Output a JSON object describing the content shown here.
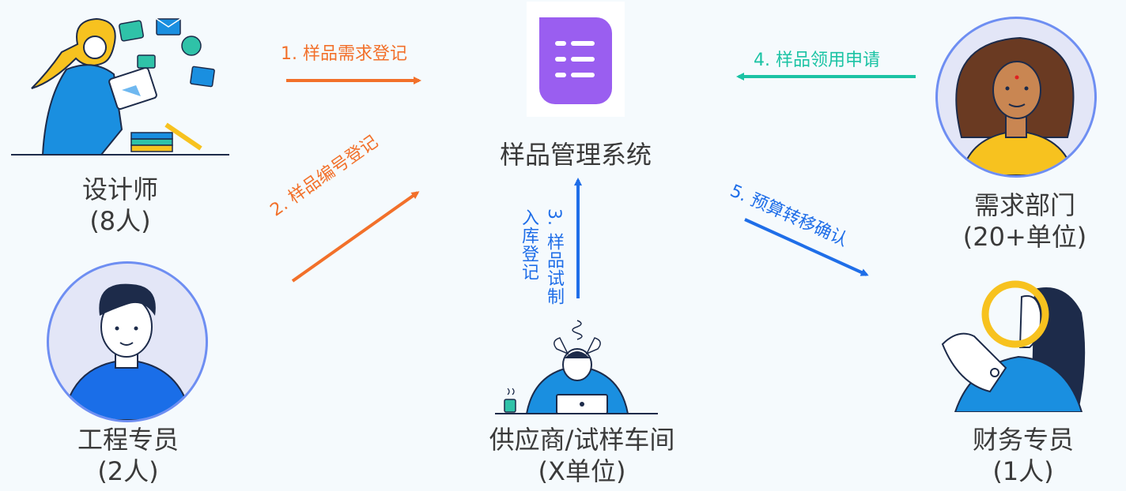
{
  "nodes": {
    "system": {
      "title": "样品管理系统"
    },
    "designer": {
      "name": "设计师",
      "count": "(8人)"
    },
    "engineer": {
      "name": "工程专员",
      "count": "(2人)"
    },
    "supplier": {
      "name": "供应商/试样车间",
      "count": "(X单位)"
    },
    "demand": {
      "name": "需求部门",
      "count": "(20+单位)"
    },
    "finance": {
      "name": "财务专员",
      "count": "(1人)"
    }
  },
  "flows": {
    "f1": "1. 样品需求登记",
    "f2": "2. 样品编号登记",
    "f3a": "3. 样品试制",
    "f3b": "入库登记",
    "f4": "4. 样品领用申请",
    "f5": "5. 预算转移确认"
  },
  "colors": {
    "orange": "#f2702a",
    "teal": "#1bc3a4",
    "blue": "#1f6ee8",
    "app_icon": "#9a5ef0"
  }
}
